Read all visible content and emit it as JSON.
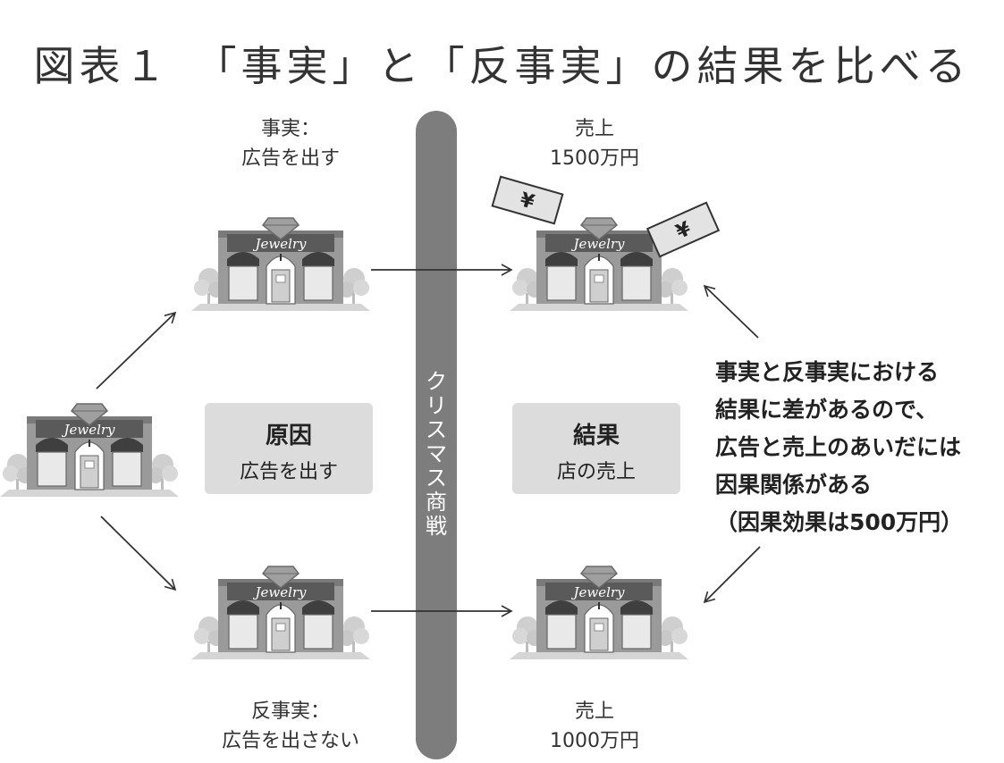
{
  "title": "図表１　「事実」と「反事実」の結果を比べる",
  "labels": {
    "fact_line1": "事実：",
    "fact_line2": "広告を出す",
    "counterfactual_line1": "反事実：",
    "counterfactual_line2": "広告を出さない",
    "sales_fact_line1": "売上",
    "sales_fact_line2": "1500万円",
    "sales_counter_line1": "売上",
    "sales_counter_line2": "1000万円"
  },
  "cause_box": {
    "title": "原因",
    "text": "広告を出す"
  },
  "result_box": {
    "title": "結果",
    "text": "店の売上"
  },
  "bar_text": [
    "ク",
    "リ",
    "ス",
    "マ",
    "ス",
    "商",
    "戦"
  ],
  "conclusion": [
    "事実と反事実における",
    "結果に差があるので、",
    "広告と売上のあいだには",
    "因果関係がある",
    "（因果効果は500万円）"
  ],
  "store_sign": "Jewelry",
  "bill_symbol": "¥",
  "colors": {
    "bar": "#7d7d7d",
    "box": "#dcdcdc",
    "store_dark": "#555555"
  }
}
